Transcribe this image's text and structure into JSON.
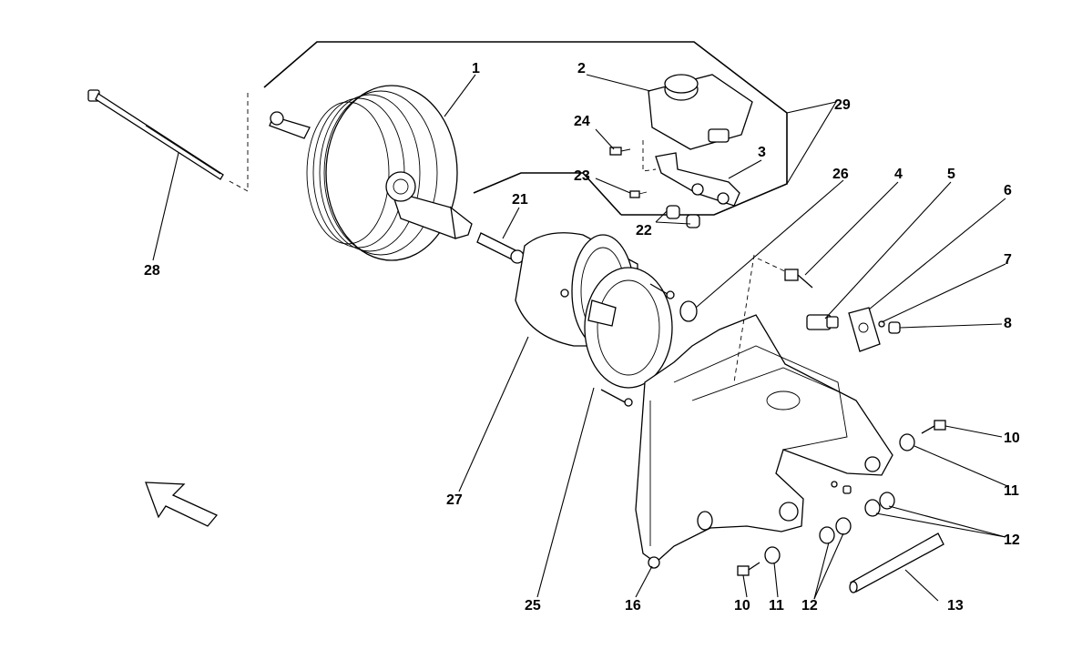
{
  "diagram": {
    "labels": {
      "l1": "1",
      "l2": "2",
      "l3": "3",
      "l4": "4",
      "l5": "5",
      "l6": "6",
      "l7": "7",
      "l8": "8",
      "l10a": "10",
      "l10b": "10",
      "l11a": "11",
      "l11b": "11",
      "l12a": "12",
      "l12b": "12",
      "l13": "13",
      "l16": "16",
      "l21": "21",
      "l22": "22",
      "l23": "23",
      "l24": "24",
      "l25": "25",
      "l26": "26",
      "l27": "27",
      "l28": "28",
      "l29": "29"
    },
    "icons": {
      "direction_arrow": "arrow-up-left-icon"
    }
  }
}
